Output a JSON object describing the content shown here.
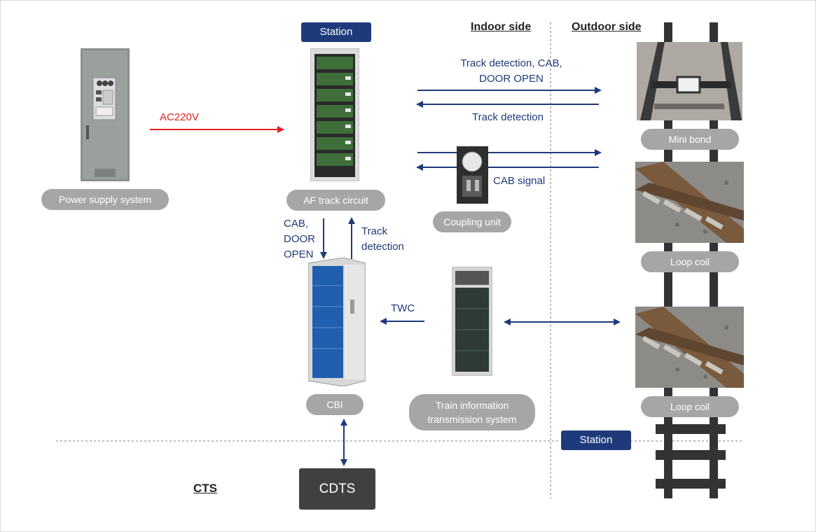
{
  "headers": {
    "indoor": "Indoor side",
    "outdoor": "Outdoor side",
    "cts": "CTS"
  },
  "labels": {
    "station_top": "Station",
    "station_bottom": "Station",
    "power_supply": "Power supply system",
    "af_track": "AF track circuit",
    "coupling": "Coupling unit",
    "cbi": "CBI",
    "train_info_line1": "Train information",
    "train_info_line2": "transmission system",
    "mini_bond": "Mini bond",
    "loop_coil_1": "Loop coil",
    "loop_coil_2": "Loop coil",
    "cdts": "CDTS"
  },
  "signals": {
    "ac220v": "AC220V",
    "track_cab_door_line1": "Track detection, CAB,",
    "track_cab_door_line2": "DOOR OPEN",
    "track_detection": "Track detection",
    "cab_signal": "CAB signal",
    "cab_line1": "CAB,",
    "cab_line2": "DOOR",
    "cab_line3": "OPEN",
    "track_line1": "Track",
    "track_line2": "detection",
    "twc": "TWC"
  },
  "colors": {
    "navy": "#1f3a7a",
    "red": "#e0201f",
    "pill_gray": "#a6a6a6",
    "cdts_dark": "#404040"
  }
}
